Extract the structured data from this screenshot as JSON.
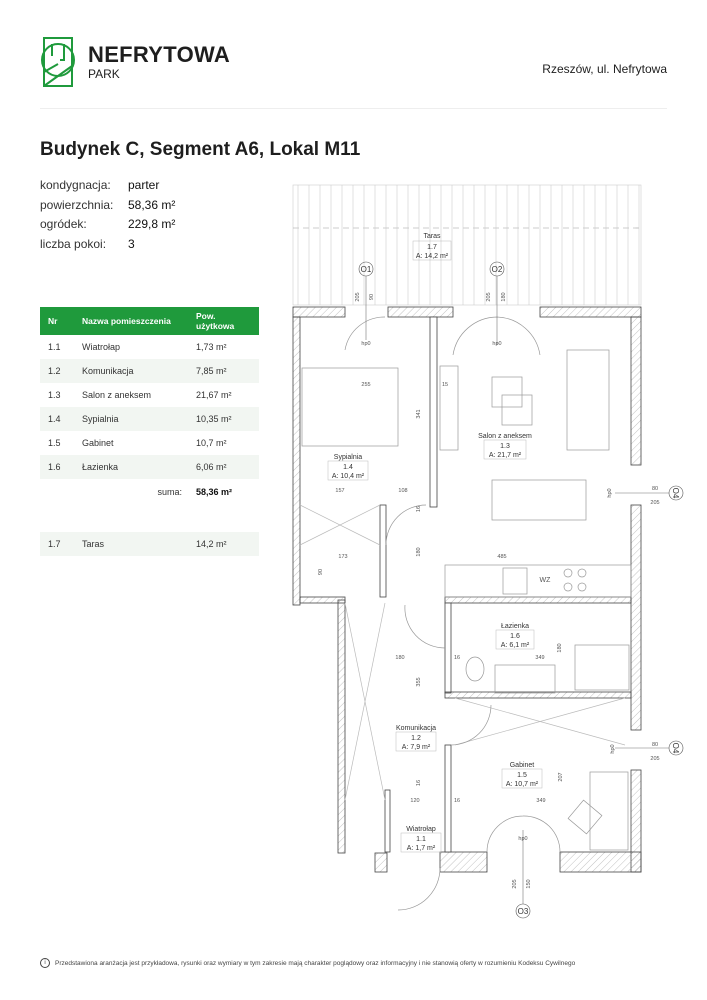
{
  "header": {
    "brand": "NEFRYTOWA",
    "brand_sub": "PARK",
    "location": "Rzeszów, ul. Nefrytowa",
    "brand_color": "#1f9a3c"
  },
  "title": "Budynek C, Segment A6, Lokal M11",
  "info": [
    {
      "label": "kondygnacja:",
      "value": "parter"
    },
    {
      "label": "powierzchnia:",
      "value": "58,36 m²"
    },
    {
      "label": "ogródek:",
      "value": "229,8 m²"
    },
    {
      "label": "liczba pokoi:",
      "value": "3"
    }
  ],
  "rooms_table": {
    "headers": [
      "Nr",
      "Nazwa pomieszczenia",
      "Pow. użytkowa"
    ],
    "rows": [
      {
        "nr": "1.1",
        "name": "Wiatrołap",
        "area": "1,73 m²"
      },
      {
        "nr": "1.2",
        "name": "Komunikacja",
        "area": "7,85 m²"
      },
      {
        "nr": "1.3",
        "name": "Salon z aneksem",
        "area": "21,67 m²"
      },
      {
        "nr": "1.4",
        "name": "Sypialnia",
        "area": "10,35 m²"
      },
      {
        "nr": "1.5",
        "name": "Gabinet",
        "area": "10,7 m²"
      },
      {
        "nr": "1.6",
        "name": "Łazienka",
        "area": "6,06 m²"
      }
    ],
    "sum_label": "suma:",
    "sum_value": "58,36 m²",
    "terrace": {
      "nr": "1.7",
      "name": "Taras",
      "area": "14,2 m²"
    }
  },
  "plan": {
    "rooms": [
      {
        "name": "Taras",
        "nr": "1.7",
        "area": "A: 14,2 m²"
      },
      {
        "name": "Sypialnia",
        "nr": "1.4",
        "area": "A: 10,4 m²"
      },
      {
        "name": "Salon z aneksem",
        "nr": "1.3",
        "area": "A: 21,7 m²"
      },
      {
        "name": "Łazienka",
        "nr": "1.6",
        "area": "A: 6,1 m²"
      },
      {
        "name": "Komunikacja",
        "nr": "1.2",
        "area": "A: 7,9 m²"
      },
      {
        "name": "Gabinet",
        "nr": "1.5",
        "area": "A: 10,7 m²"
      },
      {
        "name": "Wiatrołap",
        "nr": "1.1",
        "area": "A: 1,7 m²"
      }
    ],
    "windows": [
      "O1",
      "O2",
      "O4",
      "O4",
      "O3"
    ],
    "dimensions": [
      "205",
      "90",
      "205",
      "180",
      "hp0",
      "hp0",
      "255",
      "15",
      "341",
      "157",
      "108",
      "16",
      "485",
      "173",
      "90",
      "180",
      "hp0",
      "80",
      "205",
      "180",
      "16",
      "349",
      "180",
      "355",
      "16",
      "120",
      "16",
      "349",
      "207",
      "hp0",
      "80",
      "205",
      "hp0",
      "205",
      "150",
      "WZ"
    ]
  },
  "footer": {
    "icon": "info-icon",
    "text": "Przedstawiona aranżacja jest przykładowa, rysunki oraz wymiary w tym zakresie mają charakter poglądowy oraz informacyjny i nie stanowią oferty w rozumieniu Kodeksu Cywilnego"
  }
}
